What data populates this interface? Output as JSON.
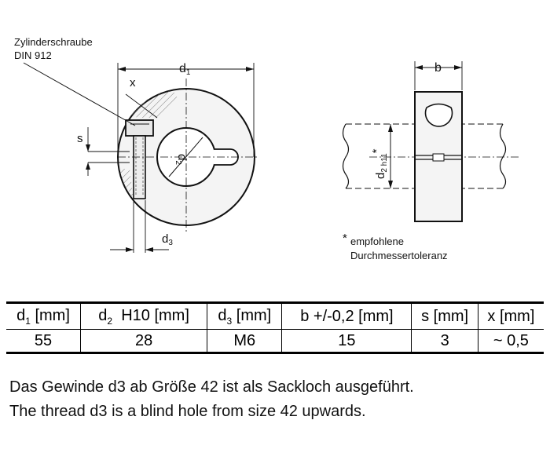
{
  "diagram": {
    "screw_label_line1": "Zylinderschraube",
    "screw_label_line2": "DIN 912",
    "dim_d1": "d",
    "dim_d1_sub": "1",
    "dim_d3": "d",
    "dim_d3_sub": "3",
    "dim_d2": "d",
    "dim_d2_sub": "2",
    "dim_x": "x",
    "dim_s": "s",
    "dim_b": "b",
    "side_d2": "d",
    "side_d2_sub": "2 h11",
    "side_star": "*",
    "footnote_star": "*",
    "footnote_line1": "empfohlene",
    "footnote_line2": "Durchmessertoleranz"
  },
  "table": {
    "headers": [
      {
        "main": "d",
        "sub": "1",
        "rest": " [mm]"
      },
      {
        "main": "d",
        "sub": "2",
        "rest": "  H10 [mm]"
      },
      {
        "main": "d",
        "sub": "3",
        "rest": " [mm]"
      },
      {
        "main": "b +/-0,2 [mm]",
        "sub": "",
        "rest": ""
      },
      {
        "main": "s [mm]",
        "sub": "",
        "rest": ""
      },
      {
        "main": "x [mm]",
        "sub": "",
        "rest": ""
      }
    ],
    "row": [
      "55",
      "28",
      "M6",
      "15",
      "3",
      "~ 0,5"
    ]
  },
  "notes": {
    "line_de": "Das Gewinde d3 ab Größe 42 ist als Sackloch ausgeführt.",
    "line_en": "The thread d3 is a blind hole from size 42 upwards."
  }
}
